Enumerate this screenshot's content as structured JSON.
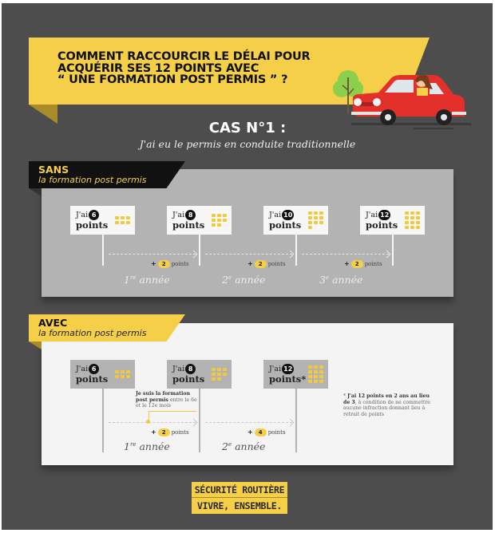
{
  "header": {
    "headline_lines": [
      "COMMENT RACCOURCIR LE DÉLAI POUR",
      "ACQUÉRIR SES 12 POINTS AVEC",
      "“ UNE FORMATION POST PERMIS ” ?"
    ],
    "case_title": "CAS N°1 :",
    "case_subtitle": "J'ai eu le permis en conduite traditionnelle"
  },
  "colors": {
    "background": "#4d4d4d",
    "accent_yellow": "#f4cf47",
    "panel_sans": "#b3b3b3",
    "panel_avec": "#f4f4f4"
  },
  "sans": {
    "tag_title": "SANS",
    "tag_subtitle": "la formation post permis",
    "signs": [
      {
        "prefix": "J'ai",
        "points": "6",
        "label": "points",
        "dots": 6
      },
      {
        "prefix": "J'ai",
        "points": "8",
        "label": "points",
        "dots": 8
      },
      {
        "prefix": "J'ai",
        "points": "10",
        "label": "points",
        "dots": 10
      },
      {
        "prefix": "J'ai",
        "points": "12",
        "label": "points",
        "dots": 12
      }
    ],
    "gains": [
      {
        "plus": "+",
        "value": "2",
        "unit": "points"
      },
      {
        "plus": "+",
        "value": "2",
        "unit": "points"
      },
      {
        "plus": "+",
        "value": "2",
        "unit": "points"
      }
    ],
    "years": [
      {
        "num": "1",
        "sup": "re",
        "word": "année"
      },
      {
        "num": "2",
        "sup": "e",
        "word": "année"
      },
      {
        "num": "3",
        "sup": "e",
        "word": "année"
      }
    ]
  },
  "avec": {
    "tag_title": "AVEC",
    "tag_subtitle": "la formation post permis",
    "signs": [
      {
        "prefix": "J'ai",
        "points": "6",
        "label": "points",
        "dots": 6
      },
      {
        "prefix": "J'ai",
        "points": "8",
        "label": "points",
        "dots": 8
      },
      {
        "prefix": "J'ai",
        "points": "12",
        "label": "points*",
        "dots": 12
      }
    ],
    "gains": [
      {
        "plus": "+",
        "value": "2",
        "unit": "points"
      },
      {
        "plus": "+",
        "value": "4",
        "unit": "points"
      }
    ],
    "years": [
      {
        "num": "1",
        "sup": "re",
        "word": "année"
      },
      {
        "num": "2",
        "sup": "e",
        "word": "année"
      }
    ],
    "callout": {
      "bold": "Je suis la formation post permis",
      "rest": "entre le 6e et le 12e mois"
    },
    "footnote": {
      "star": "*",
      "bold": "J'ai 12 points en 2 ans au lieu de 3",
      "rest": ", à condition de ne commettre aucune infraction donnant lieu à retrait de points"
    }
  },
  "logo": {
    "line1": "SÉCURITÉ ROUTIÈRE",
    "line2": "VIVRE, ENSEMBLE."
  }
}
